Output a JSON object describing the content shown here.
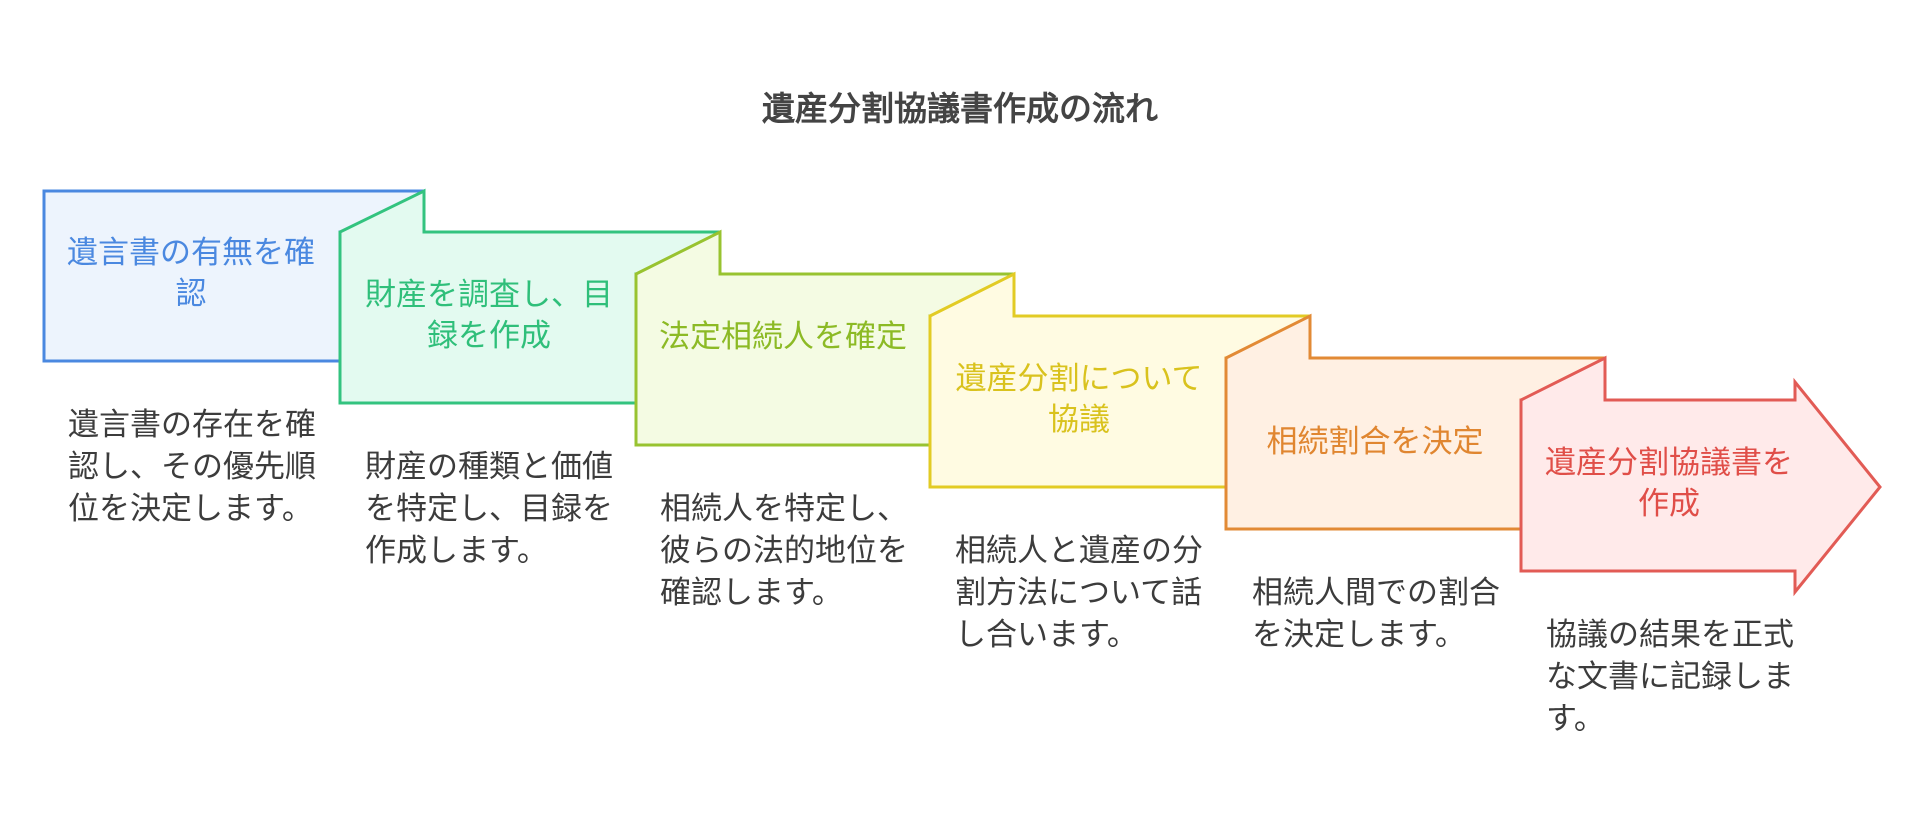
{
  "title": "遺産分割協議書作成の流れ",
  "steps": [
    {
      "label": "遺言書の有無を確認",
      "description": "遺言書の存在を確認し、その優先順位を決定します。",
      "stroke": "#4a88e0",
      "fill": "#edf4fd",
      "text_color": "#4a88e0"
    },
    {
      "label": "財産を調査し、目録を作成",
      "description": "財産の種類と価値を特定し、目録を作成します。",
      "stroke": "#33c37f",
      "fill": "#e3faf0",
      "text_color": "#2fbf7a"
    },
    {
      "label": "法定相続人を確定",
      "description": "相続人を特定し、彼らの法的地位を確認します。",
      "stroke": "#98c330",
      "fill": "#f4fbe3",
      "text_color": "#8cba25"
    },
    {
      "label": "遺産分割について協議",
      "description": "相続人と遺産の分割方法について話し合います。",
      "stroke": "#e2cb24",
      "fill": "#fffbe2",
      "text_color": "#d9c21d"
    },
    {
      "label": "相続割合を決定",
      "description": "相続人間での割合を決定します。",
      "stroke": "#e28a35",
      "fill": "#fff0e3",
      "text_color": "#e08630"
    },
    {
      "label": "遺産分割協議書を作成",
      "description": "協議の結果を正式な文書に記録します。",
      "stroke": "#e25b55",
      "fill": "#ffeaea",
      "text_color": "#e04e48"
    }
  ]
}
